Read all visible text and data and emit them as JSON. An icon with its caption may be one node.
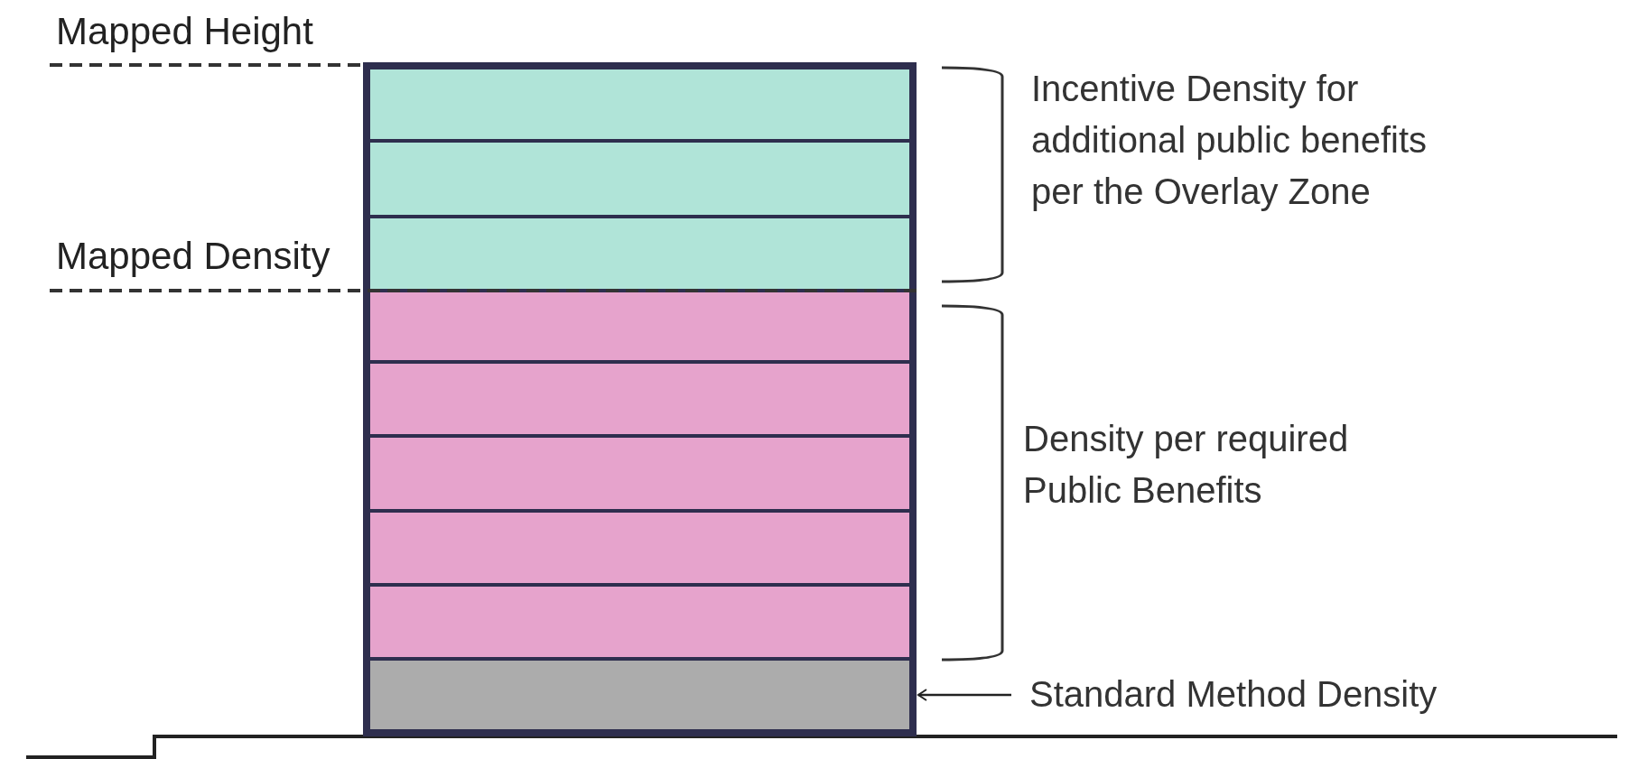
{
  "diagram": {
    "nodes": [
      {
        "text": [],
        "shape": "box"
      },
      {
        "text": [],
        "shape": "box"
      },
      {
        "text": [],
        "shape": "box"
      },
      {
        "text": [],
        "shape": "box"
      },
      {
        "text": [],
        "shape": "box"
      },
      {
        "text": [],
        "shape": "box"
      },
      {
        "text": [],
        "shape": "box"
      },
      {
        "text": [],
        "shape": "box"
      },
      {
        "text": [],
        "shape": "box"
      },
      {
        "text": [
          "Standard Method Density"
        ]
      }
    ],
    "edges": [
      {
        "from": 9,
        "to": 8,
        "arrow": "to"
      }
    ],
    "labels": [
      "Mapped Height",
      "Mapped Density",
      "Incentive Density for additional public benefits per the Overlay Zone",
      "Density per required Public Benefits"
    ]
  }
}
